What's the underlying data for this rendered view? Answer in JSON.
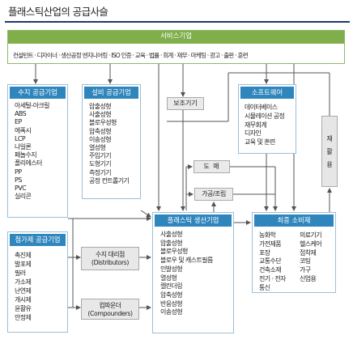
{
  "title": "플래스틱산업의 공급사슬",
  "services": {
    "header": "서비스기업",
    "items": "컨설턴트 · 디자이너 · 생산공정 엔지니어링 · ISO 인증 · 교육 · 법률 · 회계 · 재무 · 마케팅 · 광고 · 출판 · 훈련"
  },
  "resin_suppliers": {
    "header": "수지 공급기업",
    "items": [
      "아세탈-아크릴",
      "ABS",
      "EP",
      "에폭시",
      "LCP",
      "나일론",
      "페놀수지",
      "폴리에스터",
      "PP",
      "PS",
      "PVC",
      "실리콘"
    ]
  },
  "equipment_suppliers": {
    "header": "설비 공급기업",
    "items": [
      "압출성형",
      "사출성형",
      "블로우성형",
      "압축성형",
      "이송성형",
      "열성형",
      "주입기기",
      "도형기기",
      "측정기기",
      "공정 컨트롤기기"
    ]
  },
  "additive_suppliers": {
    "header": "첨가제 공급기업",
    "items": [
      "촉진제",
      "발포제",
      "필러",
      "가소제",
      "난연제",
      "개시제",
      "윤활유",
      "안정제"
    ]
  },
  "auxiliary": {
    "label": "보조기기"
  },
  "software": {
    "header": "소프트웨어",
    "items": [
      "데이터베이스",
      "시뮬레이션 공정",
      "재무회계",
      "디자인",
      "교육 및 훈련"
    ]
  },
  "recycle": {
    "chars": [
      "재",
      "활",
      "용"
    ]
  },
  "wholesale": {
    "label": "도 매"
  },
  "processing": {
    "label": "가공/조립"
  },
  "distributors": {
    "line1": "수지 대리점",
    "line2": "(Distributors)"
  },
  "compounders": {
    "line1": "컴파운더",
    "line2": "(Compounders)"
  },
  "producers": {
    "header": "플래스틱 생산기업",
    "items": [
      "사출성형",
      "압출성형",
      "블로우성형",
      "블로우 및 캐스트필름",
      "인발성형",
      "열성형",
      "캘린더링",
      "압축성형",
      "반응성형",
      "이송성형"
    ]
  },
  "consumers": {
    "header": "최종 소비재",
    "col1": [
      "농화학",
      "가전제품",
      "포장",
      "교통수단",
      "건축소재",
      "전기 · 전자",
      "통신"
    ],
    "col2": [
      "의료기기",
      "헬스케어",
      "접착제",
      "코팅",
      "가구",
      "신업용"
    ]
  },
  "colors": {
    "header_blue": "#2f86bd",
    "header_green": "#7fae4a",
    "border_blue": "#9bbfd8",
    "connector": "#555555",
    "neutral_box": "#e8e8e8"
  }
}
